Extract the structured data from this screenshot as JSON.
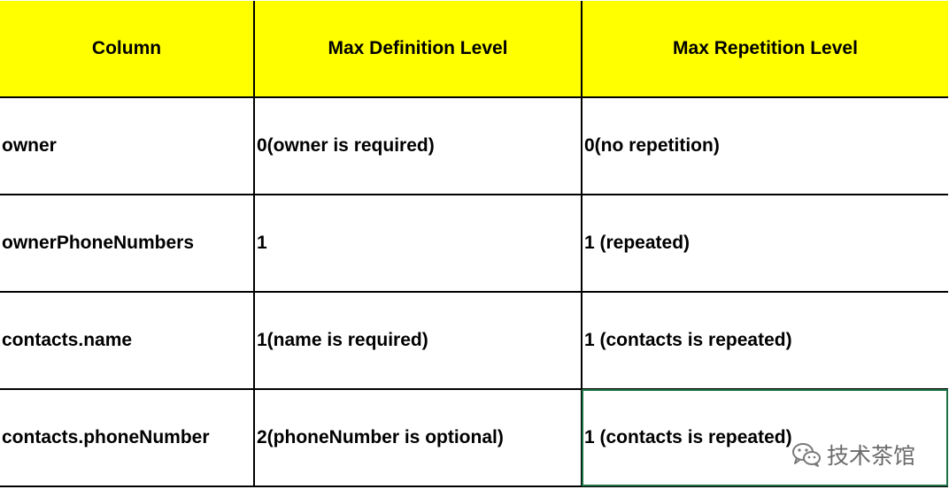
{
  "table": {
    "headers": [
      "Column",
      "Max Definition Level",
      "Max Repetition Level"
    ],
    "rows": [
      [
        "owner",
        "0(owner is required)",
        "0(no repetition)"
      ],
      [
        "ownerPhoneNumbers",
        "1",
        "1 (repeated)"
      ],
      [
        "contacts.name",
        "1(name  is required)",
        "1 (contacts is repeated)"
      ],
      [
        "contacts.phoneNumber",
        "2(phoneNumber is optional)",
        "1 (contacts is repeated)"
      ]
    ]
  },
  "colors": {
    "header_background": "#ffff00",
    "grid_lines": "#000000",
    "selection_outline": "#1e7145"
  },
  "selected_cell": "contacts.phoneNumber / Max Repetition Level",
  "watermark": {
    "text": "技术茶馆",
    "icon": "wechat-icon"
  }
}
